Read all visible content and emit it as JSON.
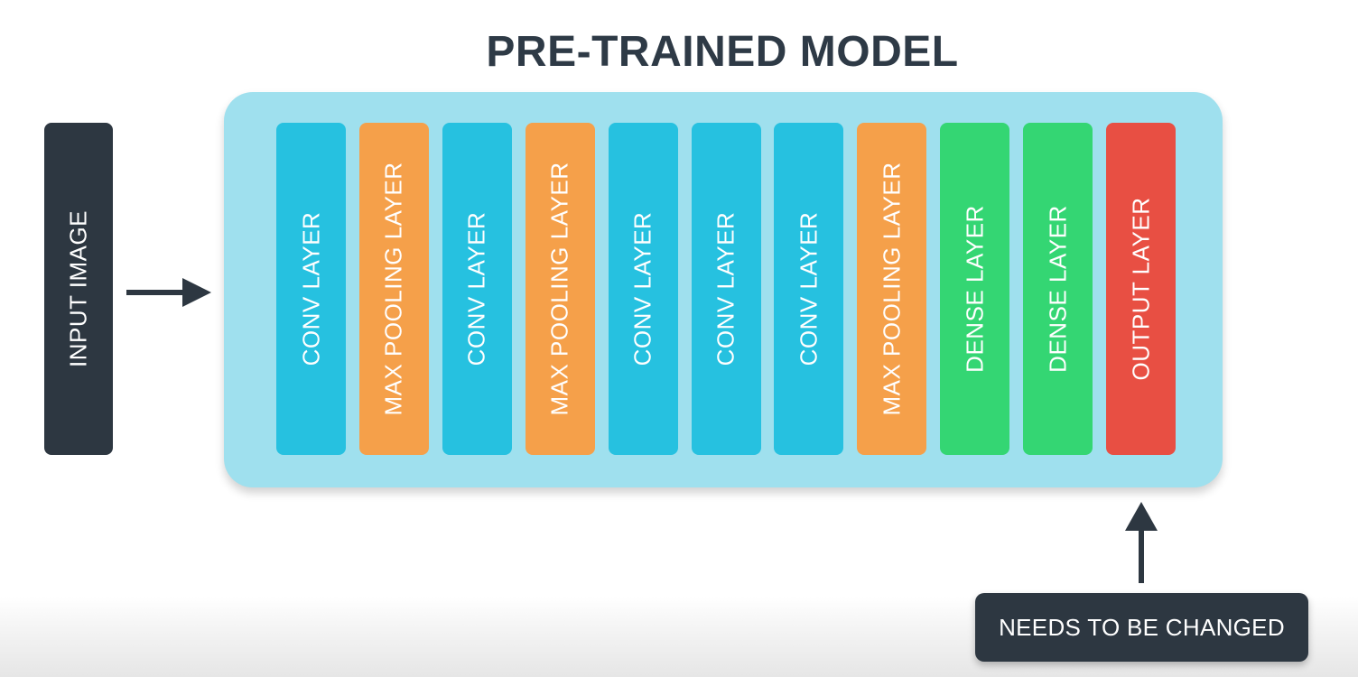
{
  "title": "PRE-TRAINED MODEL",
  "input": {
    "label": "INPUT IMAGE"
  },
  "layers": [
    {
      "label": "CONV LAYER",
      "type": "conv"
    },
    {
      "label": "MAX POOLING LAYER",
      "type": "pool"
    },
    {
      "label": "CONV LAYER",
      "type": "conv"
    },
    {
      "label": "MAX POOLING LAYER",
      "type": "pool"
    },
    {
      "label": "CONV LAYER",
      "type": "conv"
    },
    {
      "label": "CONV LAYER",
      "type": "conv"
    },
    {
      "label": "CONV LAYER",
      "type": "conv"
    },
    {
      "label": "MAX POOLING LAYER",
      "type": "pool"
    },
    {
      "label": "DENSE LAYER",
      "type": "dense"
    },
    {
      "label": "DENSE LAYER",
      "type": "dense"
    },
    {
      "label": "OUTPUT LAYER",
      "type": "output"
    }
  ],
  "note": {
    "label": "NEEDS TO BE CHANGED"
  },
  "colors": {
    "conv": "#26c1e0",
    "pool": "#f5a04a",
    "dense": "#34d673",
    "output": "#e84f43",
    "model_bg": "#9fe0ee",
    "dark": "#2d3741",
    "title": "#2e3a46"
  },
  "icons": {
    "input_arrow": "arrow-right-icon",
    "note_arrow": "arrow-up-icon"
  }
}
